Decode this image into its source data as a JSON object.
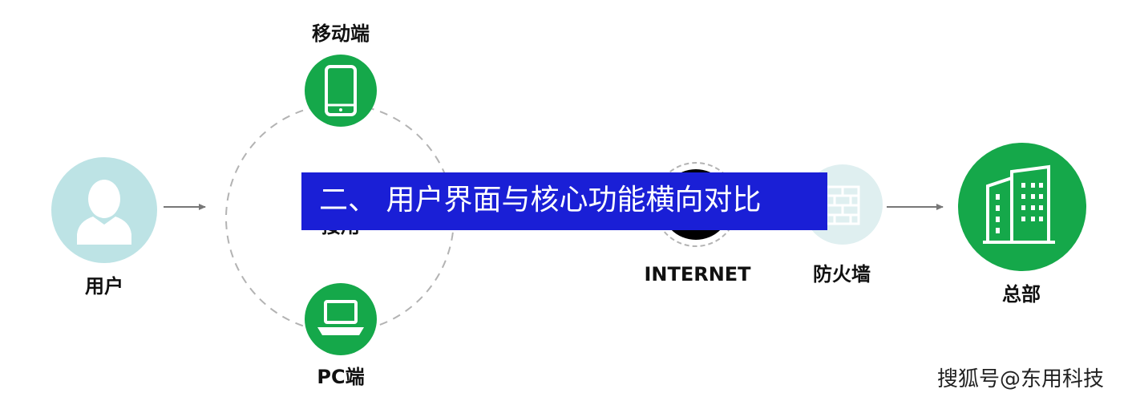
{
  "nodes": {
    "user": {
      "label": "用户"
    },
    "mobile": {
      "label": "移动端"
    },
    "pc": {
      "label": "PC端"
    },
    "hidden_label": "接用",
    "internet": {
      "label": "INTERNET"
    },
    "firewall": {
      "label": "防火墙"
    },
    "hq": {
      "label": "总部"
    }
  },
  "banner": {
    "text": "二、 用户界面与核心功能横向对比"
  },
  "watermark": {
    "text": "搜狐号@东用科技"
  },
  "colors": {
    "green": "#15a84a",
    "light_blue": "#bde3e5",
    "banner_blue": "#1a1fd6",
    "dashed_gray": "#b3b3b3",
    "arrow_gray": "#777777"
  },
  "icons": {
    "user": "user-silhouette-icon",
    "mobile": "smartphone-icon",
    "pc": "laptop-icon",
    "internet": "globe-icon",
    "firewall": "brick-wall-icon",
    "hq": "office-building-icon"
  }
}
